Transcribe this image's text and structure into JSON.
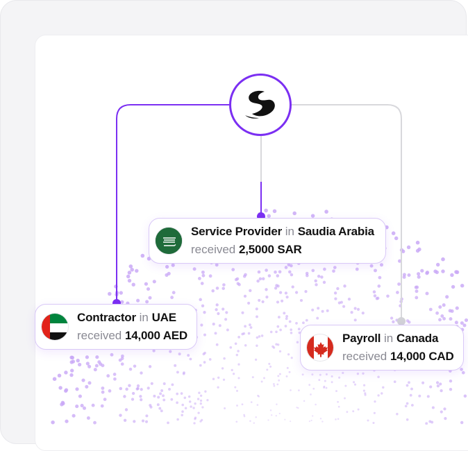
{
  "colors": {
    "accent": "#7b2ff2",
    "inactive": "#d8d8dc"
  },
  "hub": {
    "icon": "brand-logo-icon"
  },
  "cards": [
    {
      "role": "Service Provider",
      "in": "in",
      "country": "Saudia Arabia",
      "received_label": "received",
      "amount": "2,5000 SAR",
      "flag": "saudi-arabia-flag-icon",
      "connector_active": true
    },
    {
      "role": "Contractor",
      "in": "in",
      "country": "UAE",
      "received_label": "received",
      "amount": "14,000 AED",
      "flag": "uae-flag-icon",
      "connector_active": true
    },
    {
      "role": "Payroll",
      "in": "in",
      "country": "Canada",
      "received_label": "received",
      "amount": "14,000 CAD",
      "flag": "canada-flag-icon",
      "connector_active": false
    }
  ]
}
